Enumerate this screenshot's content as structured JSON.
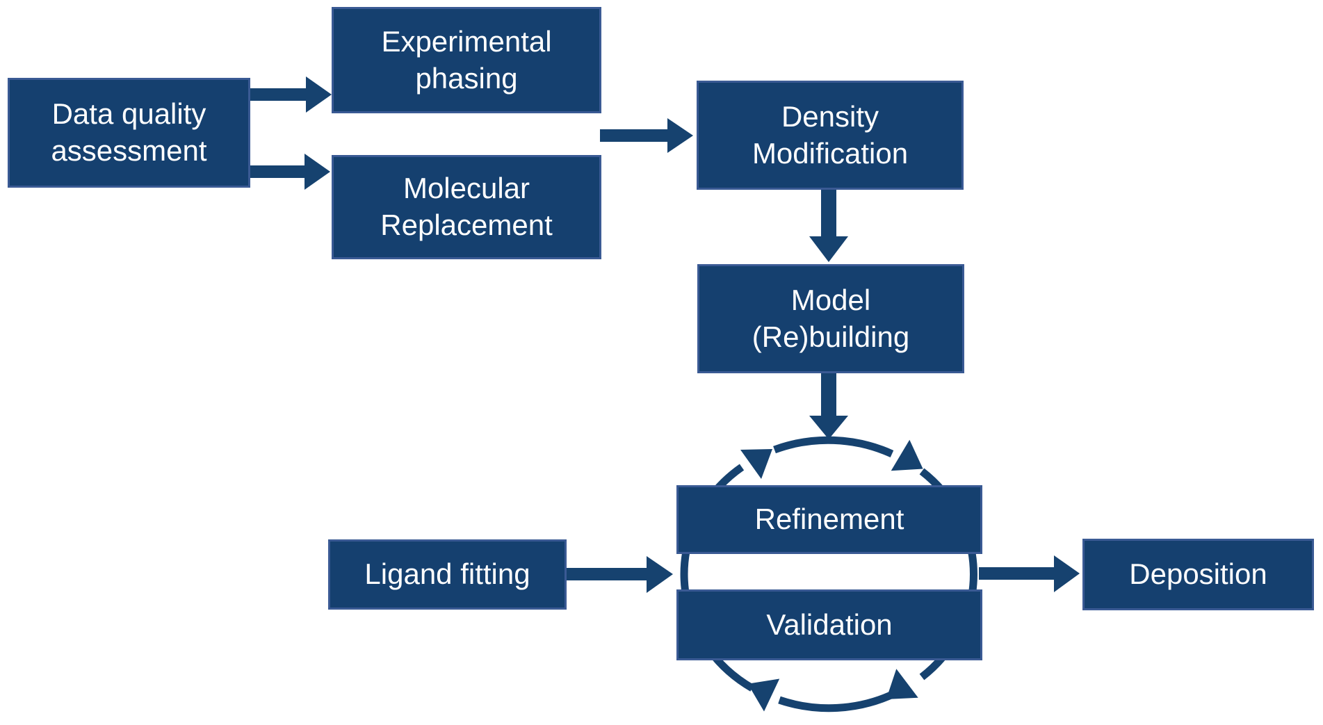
{
  "colors": {
    "background": "#FFFFFF",
    "box_fill": "#15406F",
    "box_border": "#3A5A94",
    "connector": "#16426F",
    "text": "#FFFFFF"
  },
  "boxes": {
    "data_quality": {
      "line1": "Data quality",
      "line2": "assessment"
    },
    "experimental_phasing": {
      "line1": "Experimental",
      "line2": "phasing"
    },
    "molecular_replacement": {
      "line1": "Molecular",
      "line2": "Replacement"
    },
    "density_modification": {
      "line1": "Density",
      "line2": "Modification"
    },
    "model_rebuilding": {
      "line1": "Model",
      "line2": "(Re)building"
    },
    "refinement": {
      "label": "Refinement"
    },
    "validation": {
      "label": "Validation"
    },
    "ligand_fitting": {
      "label": "Ligand fitting"
    },
    "deposition": {
      "label": "Deposition"
    }
  },
  "connections": [
    {
      "from": "Data quality assessment",
      "to": "Experimental phasing"
    },
    {
      "from": "Data quality assessment",
      "to": "Molecular Replacement"
    },
    {
      "from": "Experimental phasing / Molecular Replacement",
      "to": "Density Modification"
    },
    {
      "from": "Density Modification",
      "to": "Model (Re)building"
    },
    {
      "from": "Model (Re)building",
      "to": "Refinement-Validation cycle"
    },
    {
      "from": "Ligand fitting",
      "to": "Refinement-Validation cycle"
    },
    {
      "from": "Refinement-Validation cycle",
      "to": "Deposition"
    }
  ]
}
